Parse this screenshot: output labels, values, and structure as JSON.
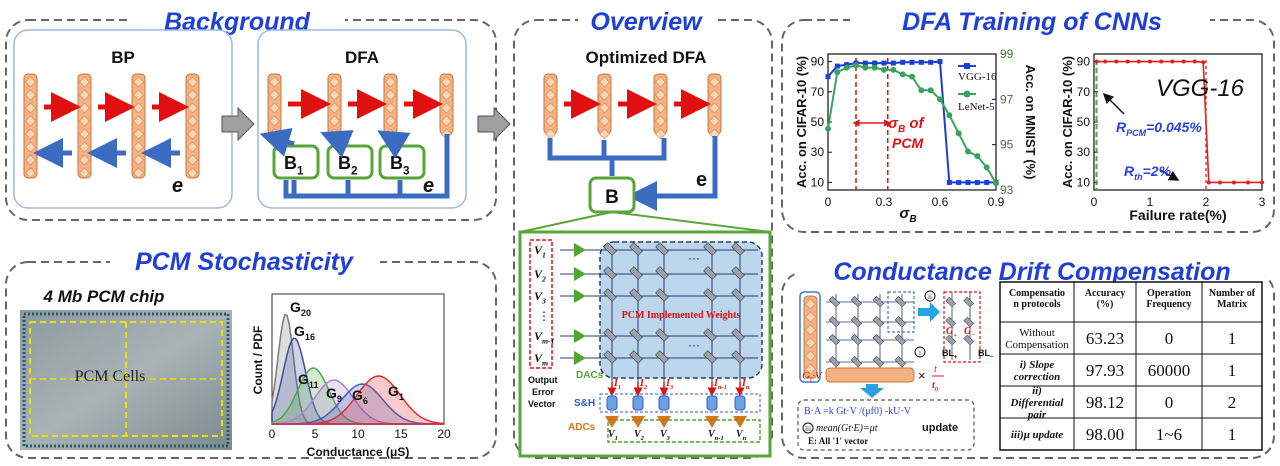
{
  "panels": {
    "background": {
      "title": "Background",
      "bp_label": "BP",
      "dfa_label": "DFA",
      "e": "e",
      "b_labels": [
        "B",
        "B",
        "B"
      ],
      "b_subs": [
        "1",
        "2",
        "3"
      ]
    },
    "overview": {
      "title": "Overview",
      "subtitle": "Optimized DFA",
      "b": "B",
      "e": "e",
      "v_labels": [
        "V",
        "V",
        "V",
        "V",
        "V"
      ],
      "v_subs": [
        "1",
        "2",
        "3",
        "m-1",
        "m"
      ],
      "pcm_weights": "PCM Implemented Weights",
      "dacs": "DACs",
      "sh": "S&H",
      "adcs": "ADCs",
      "output_error": [
        "Output",
        "Error",
        "Vector"
      ],
      "i_labels": [
        "I",
        "I",
        "I",
        "I",
        "I"
      ],
      "i_subs": [
        "1",
        "2",
        "3",
        "n-1",
        "n"
      ],
      "vout": [
        "V",
        "V",
        "V",
        "V",
        "V"
      ],
      "vout_subs": [
        "1",
        "2",
        "3",
        "n-1",
        "n"
      ]
    },
    "stochasticity": {
      "title": "PCM Stochasticity",
      "chip_label": "4 Mb PCM chip",
      "cells_label": "PCM Cells",
      "g_labels": [
        {
          "g": "G",
          "s": "20"
        },
        {
          "g": "G",
          "s": "16"
        },
        {
          "g": "G",
          "s": "11"
        },
        {
          "g": "G",
          "s": "9"
        },
        {
          "g": "G",
          "s": "6"
        },
        {
          "g": "G",
          "s": "1"
        }
      ],
      "xlabel": "Conductance (μS)",
      "ylabel": "Count / PDF",
      "xticks": [
        "0",
        "5",
        "10",
        "15",
        "20"
      ]
    },
    "dfa_training": {
      "title": "DFA Training of  CNNs"
    },
    "drift": {
      "title": "Conductance Drift Compensation",
      "gt_v": "G",
      "gt_sub": "t",
      "gt_v2": "·V",
      "times": "×",
      "t_num": "t",
      "t_den": "t",
      "eq1": "B·A =k G",
      "eq1b": "·V /(μ",
      "eq1c": ") -kU·V",
      "eq2": "mean(G",
      "eq2b": "·E)=μ",
      "update": "update",
      "eq3": "E: All '1' vector",
      "bl_plus": "BL",
      "bl_minus": "BL",
      "g_plus": "G",
      "g_minus": "G",
      "roman": [
        "ii",
        "i",
        "iii"
      ]
    },
    "drift_table": {
      "headers": [
        "Compensatio n protocols",
        "Accuracy (%)",
        "Operation Frequency",
        "Number of Matrix"
      ],
      "rows": [
        [
          "Without Compensation",
          "63.23",
          "0",
          "1"
        ],
        [
          "i) Slope correction",
          "97.93",
          "60000",
          "1"
        ],
        [
          "ii) Differential pair",
          "98.12",
          "0",
          "2"
        ],
        [
          "iii)μ update",
          "98.00",
          "1~6",
          "1"
        ]
      ]
    }
  },
  "chart_data": [
    {
      "type": "line",
      "title": "",
      "xlabel": "σ_B",
      "ylabel": "Acc. on CIFAR-10 (%)",
      "y2label": "Acc. on MNIST (%)",
      "xlim": [
        0,
        0.9
      ],
      "ylim": [
        5,
        95
      ],
      "y2lim": [
        93,
        99
      ],
      "xticks": [
        "0",
        "0.3",
        "0.6",
        "0.9"
      ],
      "yticks": [
        "10",
        "30",
        "50",
        "70",
        "90"
      ],
      "y2ticks": [
        "93",
        "95",
        "97",
        "99"
      ],
      "annotation": "σ_B of PCM",
      "series": [
        {
          "name": "VGG-16",
          "axis": "left",
          "color": "#1a3fd6",
          "x": [
            0,
            0.05,
            0.1,
            0.15,
            0.2,
            0.25,
            0.3,
            0.35,
            0.4,
            0.45,
            0.5,
            0.55,
            0.6,
            0.65,
            0.7,
            0.75,
            0.8,
            0.85,
            0.9
          ],
          "y": [
            80,
            87,
            88,
            89,
            89,
            89,
            89,
            89,
            89.5,
            89.5,
            89.5,
            89.5,
            90,
            10,
            10,
            10,
            10,
            10,
            10
          ]
        },
        {
          "name": "LeNet-5",
          "axis": "right",
          "color": "#3aa35a",
          "x": [
            0,
            0.05,
            0.1,
            0.15,
            0.2,
            0.25,
            0.3,
            0.35,
            0.4,
            0.45,
            0.5,
            0.55,
            0.6,
            0.65,
            0.7,
            0.75,
            0.8,
            0.85,
            0.9
          ],
          "y": [
            95.7,
            98.2,
            98.4,
            98.5,
            98.4,
            98.4,
            98.3,
            98.3,
            98.1,
            98.0,
            97.4,
            97.4,
            97.0,
            96.3,
            95.5,
            94.7,
            94.5,
            94.0,
            93.3
          ]
        }
      ]
    },
    {
      "type": "line",
      "title": "VGG-16",
      "xlabel": "Failure rate(%)",
      "ylabel": "Acc. on CIFAR-10 (%)",
      "xlim": [
        0,
        3
      ],
      "ylim": [
        5,
        95
      ],
      "xticks": [
        "0",
        "1",
        "2",
        "3"
      ],
      "yticks": [
        "10",
        "30",
        "50",
        "70",
        "90"
      ],
      "annotations": [
        "R_PCM=0.045%",
        "R_th=2%"
      ],
      "series": [
        {
          "name": "",
          "color": "#e02020",
          "x": [
            0.05,
            0.2,
            0.4,
            0.6,
            0.8,
            1.0,
            1.2,
            1.4,
            1.6,
            1.8,
            1.95,
            2.05,
            2.25,
            2.5,
            2.75,
            3.0
          ],
          "y": [
            90,
            90,
            90,
            90,
            90,
            90,
            90,
            90,
            90,
            90,
            89.5,
            10,
            10,
            10,
            10,
            10
          ]
        }
      ]
    }
  ]
}
